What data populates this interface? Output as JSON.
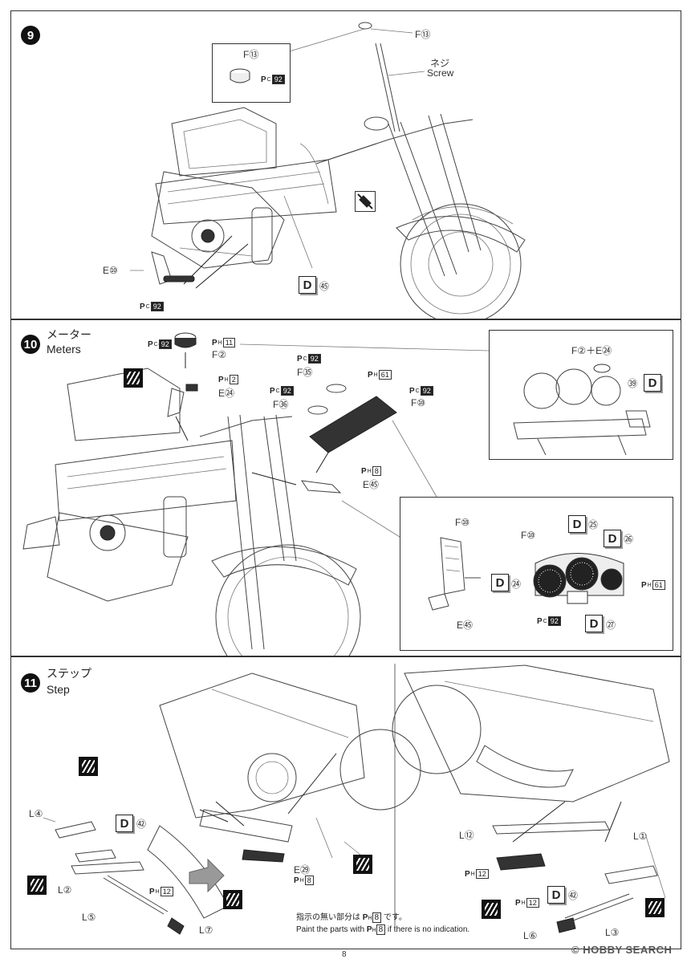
{
  "step9": {
    "number": "9",
    "inset": {
      "part": "F⑬",
      "paint_code": "92"
    },
    "labels": {
      "f13": "F⑬",
      "screw_jp": "ネジ",
      "screw_en": "Screw",
      "e10": "E⑩",
      "d45": "㊺"
    },
    "paint": {
      "pc92": "92"
    },
    "badge": "D"
  },
  "step10": {
    "number": "10",
    "title_jp": "メーター",
    "title_en": "Meters",
    "labels": {
      "f2": "F②",
      "e24": "E㉔",
      "f35": "F㉟",
      "f36": "F㊱",
      "f10": "F⑩",
      "e45": "E㊺",
      "inset_top_title": "F②＋E㉔",
      "inset_top_d": "㊴",
      "inset_bottom_f10a": "F⑩",
      "inset_bottom_e45": "E㊺",
      "inset_bottom_f10b": "F⑩",
      "d25": "㉕",
      "d26": "㉖",
      "d24": "㉔",
      "d27": "㉗"
    },
    "paint": {
      "pc92_cap": "92",
      "ph11": "11",
      "ph2": "2",
      "pc92_f35": "92",
      "ph61": "61",
      "pc92_f36": "92",
      "pc92_f10": "92",
      "ph8": "8",
      "ph61_gauge": "61",
      "pc92_gauge": "92"
    },
    "badge": "D"
  },
  "step11": {
    "number": "11",
    "title_jp": "ステップ",
    "title_en": "Step",
    "labels": {
      "l4": "L④",
      "d42": "㊷",
      "l2": "L②",
      "l5": "L⑤",
      "l7": "L⑦",
      "e29": "E㉙",
      "l12": "L⑫",
      "l1": "L①",
      "d42b": "㊷",
      "l6": "L⑥",
      "l3": "L③"
    },
    "paint": {
      "ph12_left": "12",
      "ph8_e29": "8",
      "ph12_right": "12",
      "ph12_right2": "12"
    },
    "note_jp_prefix": "指示の無い部分は",
    "note_jp_code": "8",
    "note_jp_suffix": "です。",
    "note_en_prefix": "Paint the parts with",
    "note_en_code": "8",
    "note_en_suffix": "if there is no indication.",
    "badge": "D"
  },
  "footer": {
    "page_number": "8",
    "watermark": "© HOBBY SEARCH"
  },
  "icons": [
    "glue-icon",
    "no-glue-icon",
    "arrow-icon",
    "motorcycle-illustration"
  ],
  "colors": {
    "line": "#444444",
    "ink": "#222222",
    "paper": "#ffffff"
  }
}
